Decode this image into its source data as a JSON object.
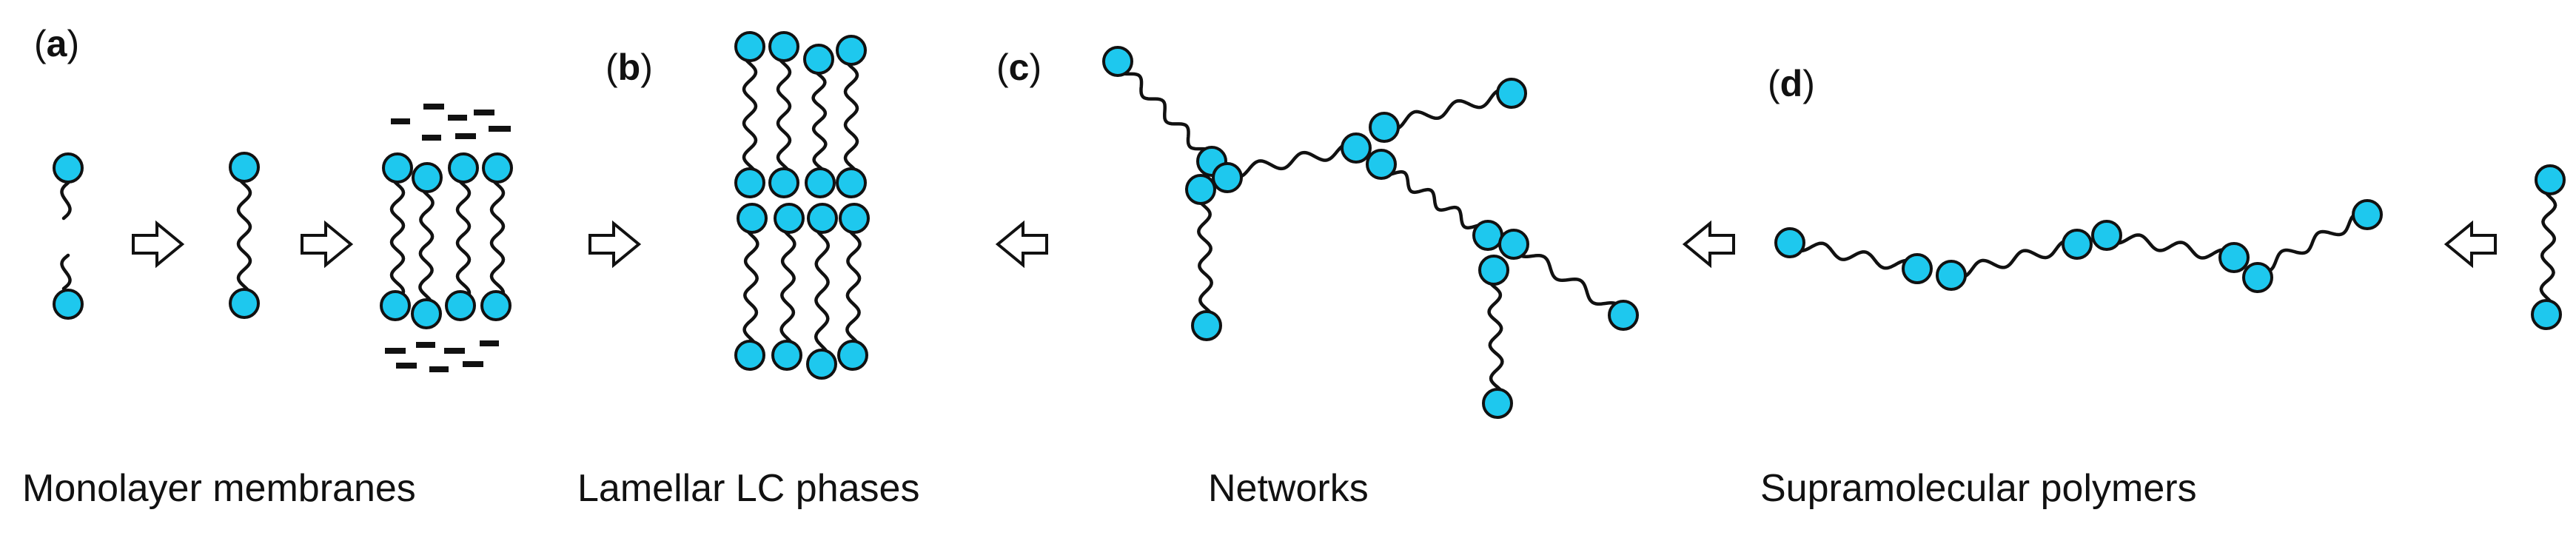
{
  "colors": {
    "head_fill": "#1EC8EE",
    "head_stroke": "#111111",
    "chain": "#111111",
    "arrow_fill": "#ffffff",
    "arrow_stroke": "#111111"
  },
  "panels": [
    {
      "letter": "a",
      "caption": "Monolayer membranes"
    },
    {
      "letter": "b",
      "caption": "Lamellar LC phases"
    },
    {
      "letter": "c",
      "caption": "Networks"
    },
    {
      "letter": "d",
      "caption": "Supramolecular polymers"
    }
  ]
}
